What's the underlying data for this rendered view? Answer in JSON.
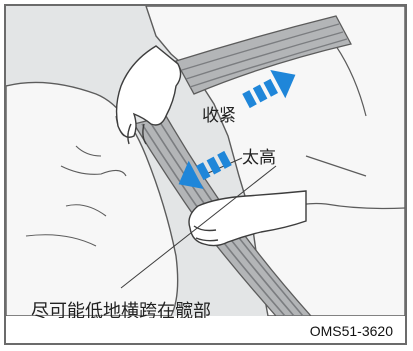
{
  "figure": {
    "labels": {
      "tighten": "收紧",
      "too_high": "太高",
      "instruction": "尽可能低地横跨在髋部"
    },
    "code": "OMS51-3620"
  },
  "colors": {
    "background": "#e3e5e6",
    "outline": "#5c5c5c",
    "arrow": "#1f86d9",
    "belt": "#a7a9ab",
    "belt_dark": "#7b7d80",
    "frame": "#6b6b6b"
  },
  "icons": [
    "left-hand-icon",
    "right-hand-icon",
    "seat-belt-icon",
    "up-arrow-icon",
    "down-arrow-icon"
  ]
}
